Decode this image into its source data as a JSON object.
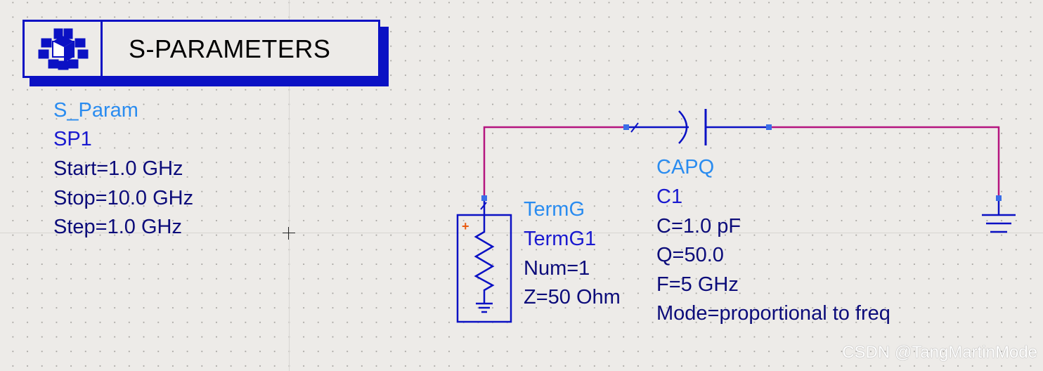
{
  "sparam_header": {
    "title": "S-PARAMETERS",
    "icon": "gear-icon"
  },
  "sparam": {
    "label": "S_Param",
    "instance": "SP1",
    "params": [
      "Start=1.0 GHz",
      "Stop=10.0 GHz",
      "Step=1.0 GHz"
    ]
  },
  "termg": {
    "label": "TermG",
    "instance": "TermG1",
    "params": [
      "Num=1",
      "Z=50 Ohm"
    ],
    "polarity": "+"
  },
  "capq": {
    "label": "CAPQ",
    "instance": "C1",
    "params": [
      "C=1.0 pF",
      "Q=50.0",
      "F=5 GHz",
      "Mode=proportional to freq"
    ]
  },
  "watermark": "CSDN @TangMartinMode",
  "colors": {
    "canvas": "#edebe8",
    "component_blue": "#0b11c4",
    "wire": "#b5157f",
    "label_light": "#2a8cf0",
    "label_dark": "#1a1ad0",
    "param_text": "#0c0c7a",
    "pin": "#3a6ee8",
    "plus_sign": "#e85a10"
  }
}
